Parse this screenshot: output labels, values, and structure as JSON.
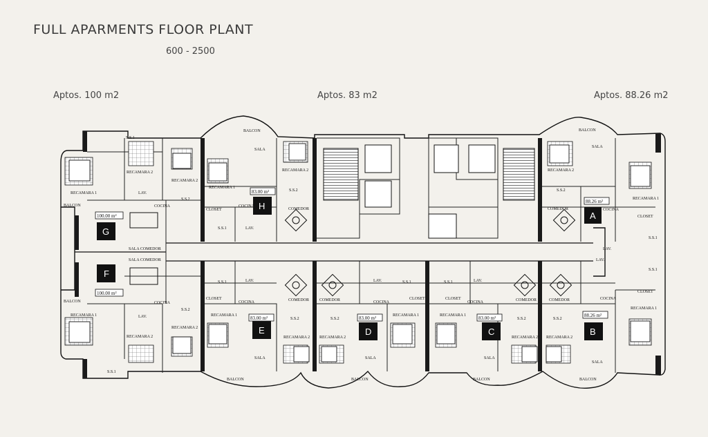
{
  "header": {
    "title": "FULL APARMENTS FLOOR PLANT",
    "subtitle": "600 - 2500"
  },
  "typologies": [
    {
      "label": "Aptos. 100 m2"
    },
    {
      "label": "Aptos. 83 m2"
    },
    {
      "label": "Aptos. 88.26 m2"
    }
  ],
  "units": [
    {
      "letter": "A",
      "area": "88.26 m²"
    },
    {
      "letter": "B",
      "area": "88.26 m²"
    },
    {
      "letter": "C",
      "area": "83.00 m²"
    },
    {
      "letter": "D",
      "area": "83.00 m²"
    },
    {
      "letter": "E",
      "area": "83.00 m²"
    },
    {
      "letter": "F",
      "area": "100.00 m²"
    },
    {
      "letter": "G",
      "area": "100.00 m²"
    },
    {
      "letter": "H",
      "area": "83.00 m²"
    }
  ],
  "room_labels": {
    "balcon": "BALCON",
    "sala": "SALA",
    "recamara_1": "RECAMARA 1",
    "recamara_2": "RECAMARA 2",
    "comedor": "COMEDOR",
    "cocina": "COCINA",
    "closet": "CLOSET",
    "lav": "LAV.",
    "ss1": "S.S.1",
    "ss2": "S.S.2",
    "sala_comedor": "SALA COMEDOR"
  }
}
